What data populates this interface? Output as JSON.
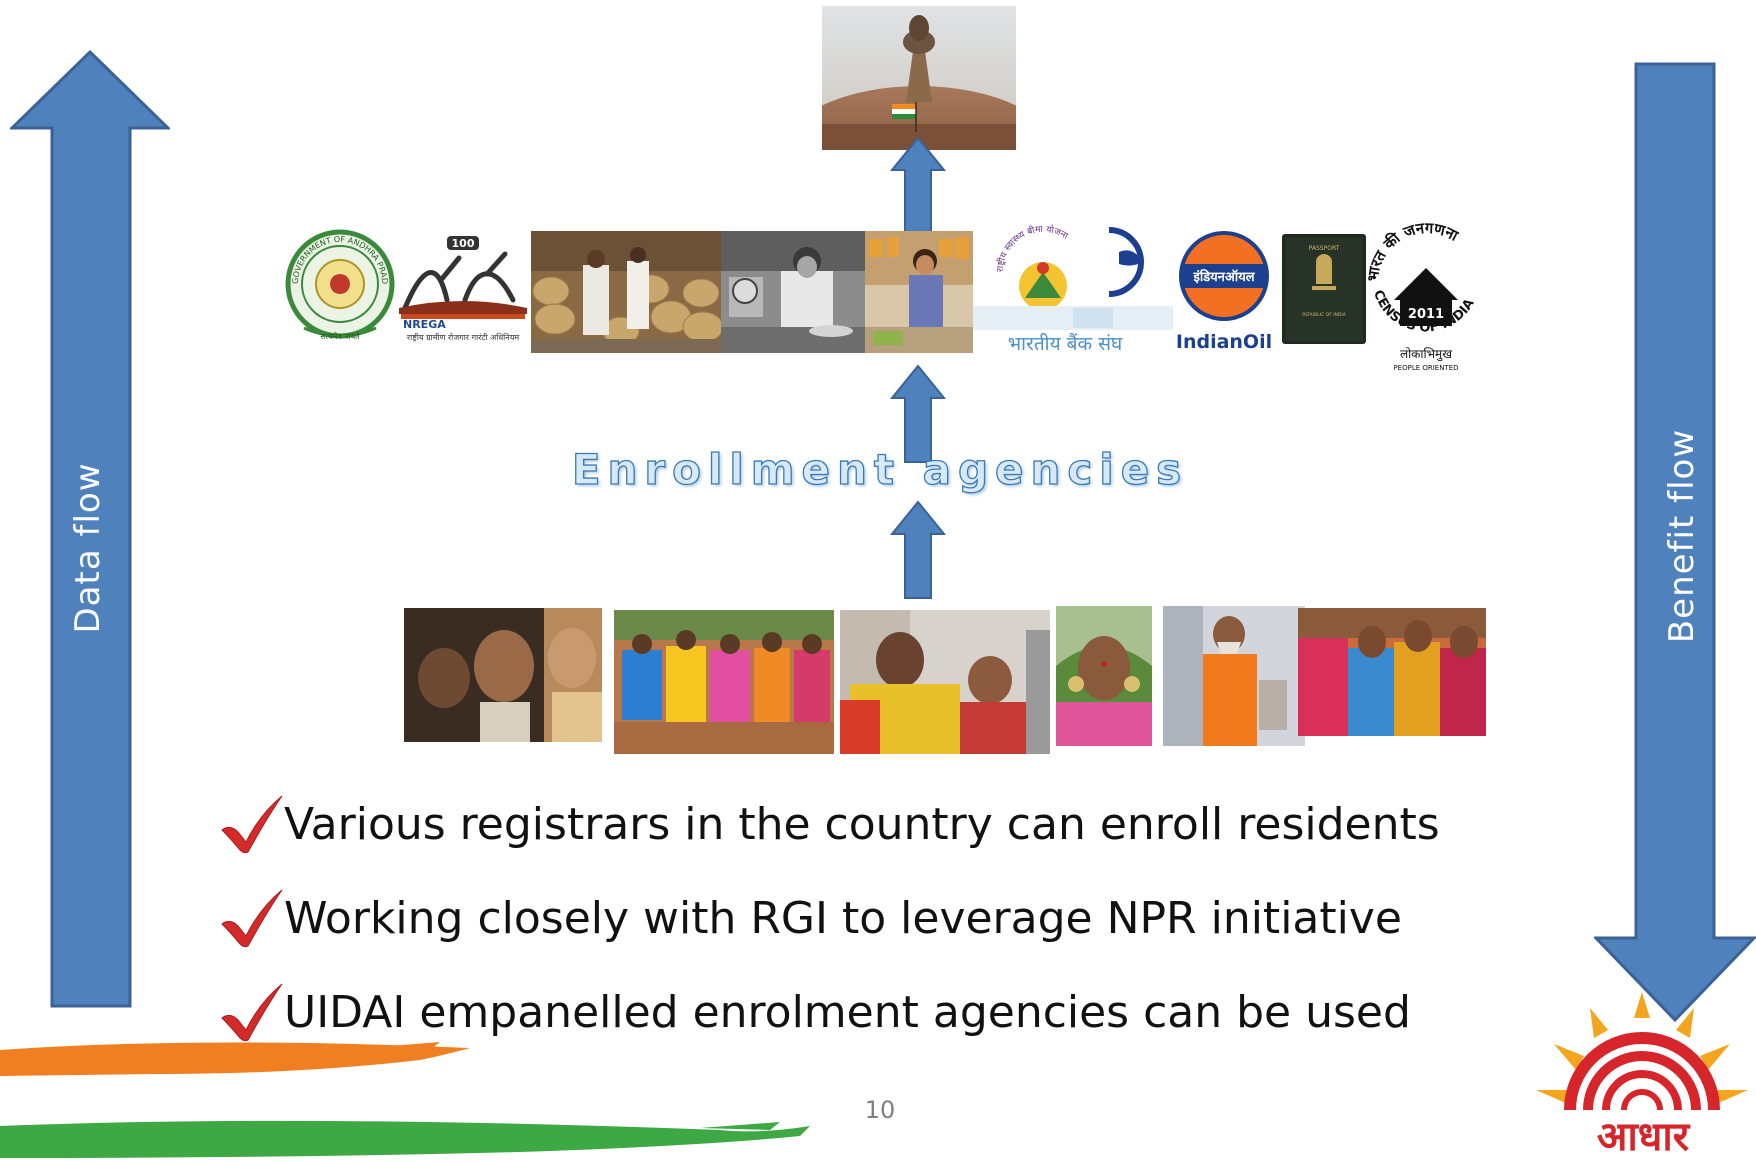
{
  "slide": {
    "left_arrow_label": "Data flow",
    "right_arrow_label": "Benefit  flow",
    "center_title": "Enrollment  agencies",
    "bullets": [
      "Various registrars in the country can enroll residents",
      "Working closely with RGI to leverage NPR initiative",
      "UIDAI empanelled enrolment agencies can be used"
    ],
    "page_number": "10"
  },
  "logos": {
    "nrega_badge": "100",
    "nrega_name": "NREGA",
    "nrega_hindi": "राष्ट्रीय ग्रामीण रोजगार गारंटी अधिनियम",
    "ap_seal_text": "GOVERNMENT OF ANDHRA PRADESH",
    "ap_motto": "सत्यमेव जयते",
    "bank_hindi": "भारतीय बैंक संघ",
    "rsby_hindi": "राष्ट्रीय स्वास्थ्य बीमा योजना",
    "indianoil_hindi": "इंडियनऑयल",
    "indianoil_name": "IndianOil",
    "passport_text": "PASSPORT",
    "passport_country": "REPUBLIC OF INDIA",
    "census_hindi": "भारत की जनगणना",
    "census_year": "2011",
    "census_name": "CENSUS OF INDIA",
    "census_tag_hindi": "लोकाभिमुख",
    "census_tag": "PEOPLE ORIENTED"
  },
  "branding": {
    "aadhaar_text": "आधार"
  },
  "colors": {
    "arrow_fill": "#4f81bd",
    "arrow_stroke": "#3a6294",
    "check": "#d42a2a",
    "aadhaar_red": "#d7262b",
    "aadhaar_sun": "#f3a51d",
    "saffron": "#f07f22",
    "green": "#3ea845"
  }
}
